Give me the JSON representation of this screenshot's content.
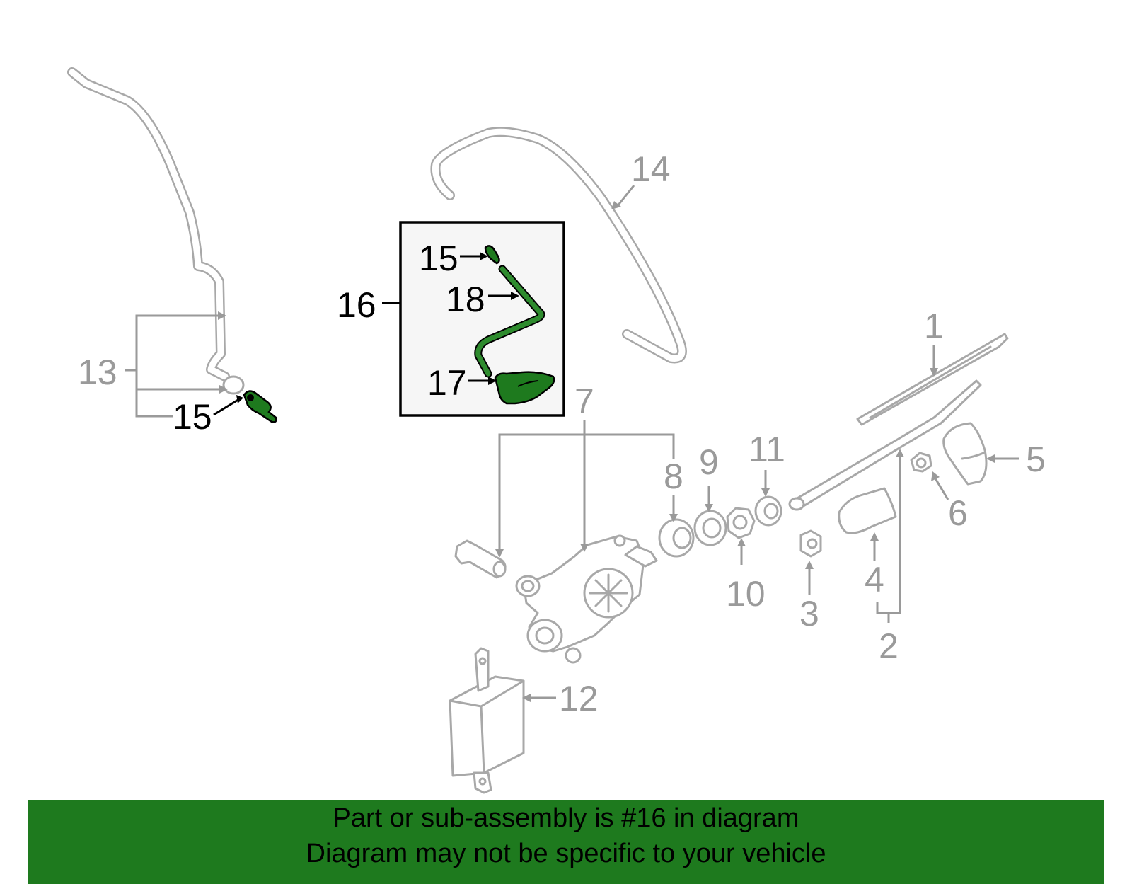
{
  "callouts": {
    "c1": "1",
    "c2": "2",
    "c3": "3",
    "c4": "4",
    "c5": "5",
    "c6": "6",
    "c7": "7",
    "c8": "8",
    "c9": "9",
    "c10": "10",
    "c11": "11",
    "c12": "12",
    "c13": "13",
    "c14": "14",
    "c15a": "15",
    "c15b": "15",
    "c16": "16",
    "c17": "17",
    "c18": "18"
  },
  "banner": {
    "line1": "Part or sub-assembly is #16 in diagram",
    "line2": "Diagram may not be specific to your vehicle"
  },
  "colors": {
    "highlight": "#1e7a1e",
    "parts": "#a8a8a8",
    "inset_bg": "#f6f6f6"
  }
}
